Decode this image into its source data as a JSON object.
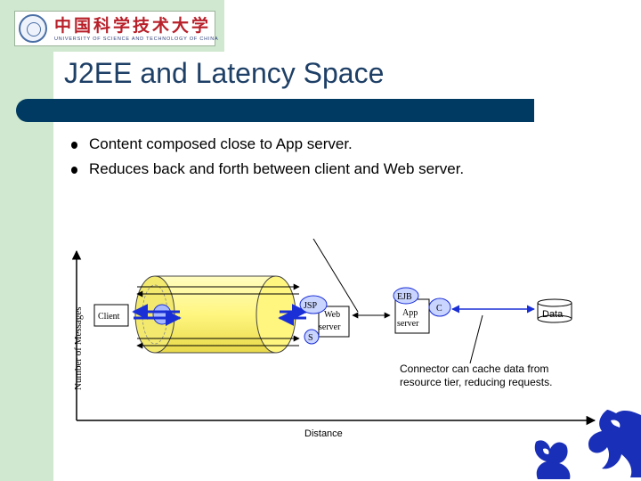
{
  "slide": {
    "title": "J2EE and Latency Space",
    "bullets": [
      "Content composed close to App server.",
      "Reduces back and forth between client and Web server."
    ]
  },
  "logo": {
    "chinese_name": "中国科学技术大学",
    "english_name": "UNIVERSITY OF SCIENCE AND TECHNOLOGY OF CHINA"
  },
  "diagram": {
    "y_axis_label": "Number of Messages",
    "x_axis_label": "Distance",
    "client_label": "Client",
    "jsp_label": "JSP",
    "servlet_label": "S",
    "web_server_label": [
      "Web",
      "server"
    ],
    "ejb_label": "EJB",
    "app_server_label": [
      "App",
      "server"
    ],
    "connector_label": "C",
    "data_label": "Data",
    "annotation": [
      "Connector can cache data from",
      "resource tier, reducing requests."
    ]
  },
  "colors": {
    "green_band": "#cfe8cf",
    "title_text": "#1e3f66",
    "title_bar": "#003a63",
    "cylinder": "#fff680",
    "arrow_blue": "#1a2fd6",
    "logo_red": "#b8202a",
    "logo_blue": "#2c3f7a"
  }
}
